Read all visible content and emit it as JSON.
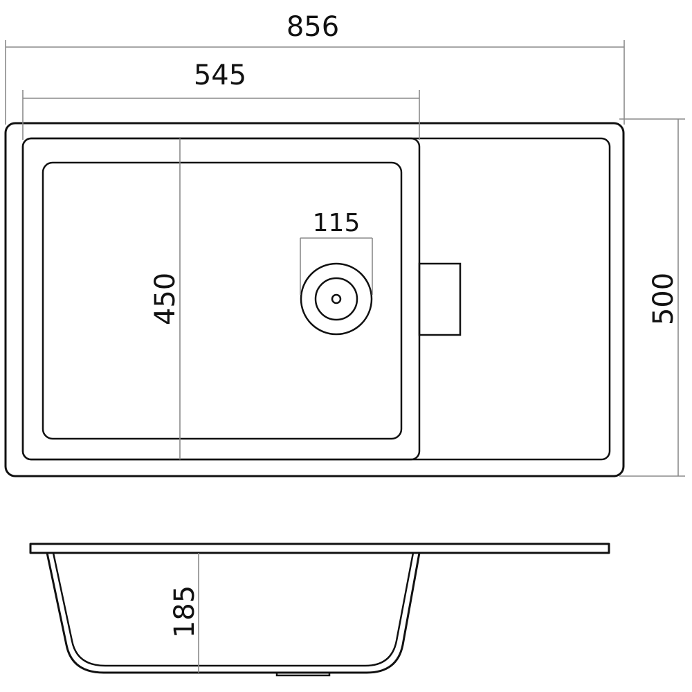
{
  "dimensions": {
    "overall_width": "856",
    "bowl_width": "545",
    "drain_width": "115",
    "bowl_length": "450",
    "overall_depth": "500",
    "bowl_depth": "185"
  },
  "colors": {
    "outline": "#111111",
    "dimension_line": "#8a8a8a",
    "background": "#ffffff"
  }
}
